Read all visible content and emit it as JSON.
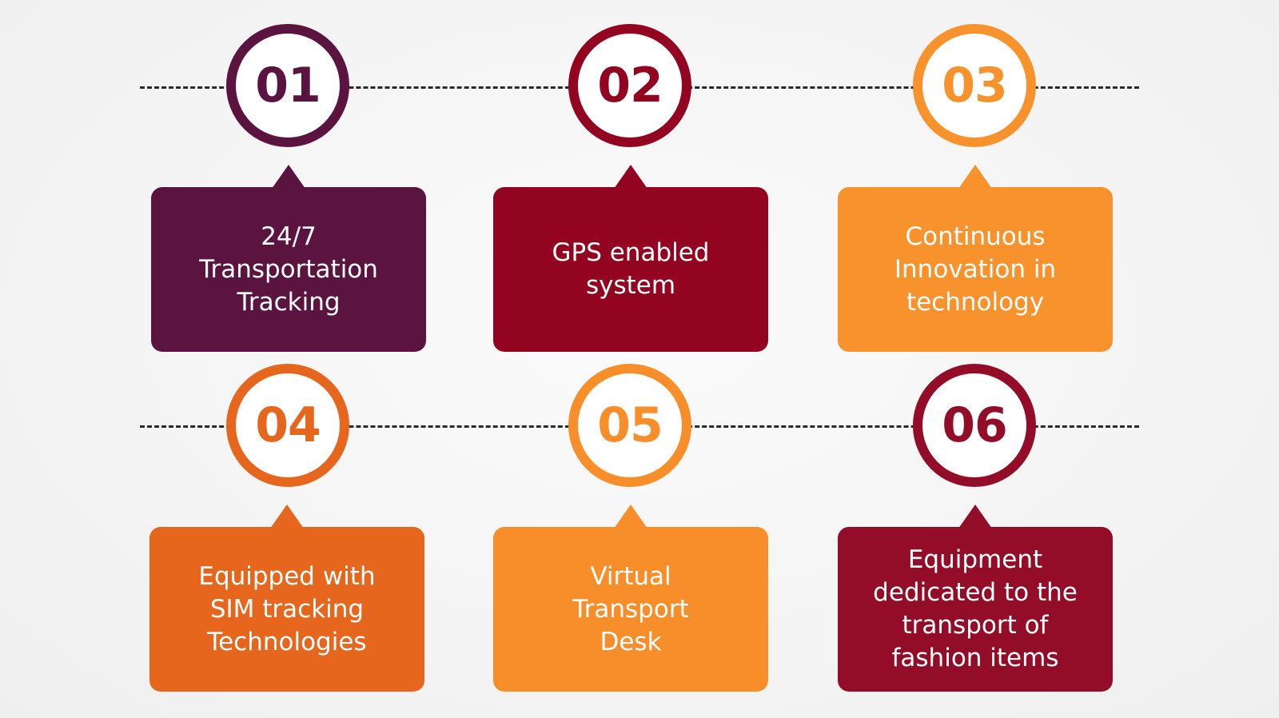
{
  "steps": [
    {
      "number": "01",
      "label": "24/7\nTransportation\nTracking",
      "color": "#5b1340"
    },
    {
      "number": "02",
      "label": "GPS enabled\nsystem",
      "color": "#920420"
    },
    {
      "number": "03",
      "label": "Continuous\nInnovation in\ntechnology",
      "color": "#f7922d"
    },
    {
      "number": "04",
      "label": "Equipped with\nSIM tracking\nTechnologies",
      "color": "#e5661c"
    },
    {
      "number": "05",
      "label": "Virtual\nTransport\nDesk",
      "color": "#f78e2a"
    },
    {
      "number": "06",
      "label": "Equipment\ndedicated to the\ntransport of\nfashion items",
      "color": "#930d28"
    }
  ],
  "line_color": "#2a2a2a"
}
